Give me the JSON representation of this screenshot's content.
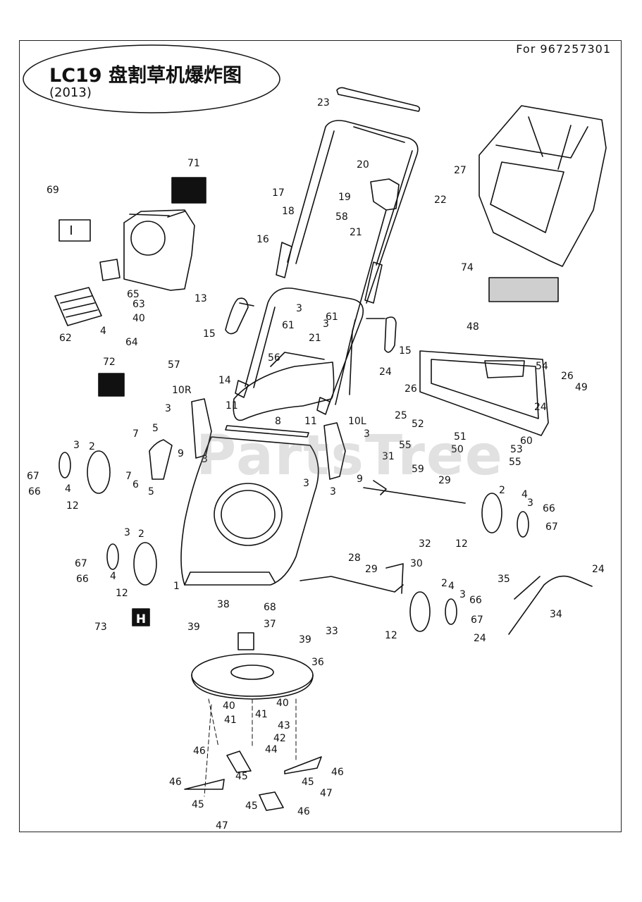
{
  "header": {
    "title": "LC19 盘割草机爆炸图",
    "year": "(2013)",
    "model_ref": "For 967257301"
  },
  "watermark": "PartsTree",
  "labels": {
    "box_I": "I",
    "box_H": "H"
  },
  "part_labels": [
    {
      "id": "1",
      "text": "1"
    },
    {
      "id": "2a",
      "text": "2"
    },
    {
      "id": "2b",
      "text": "2"
    },
    {
      "id": "2c",
      "text": "2"
    },
    {
      "id": "2d",
      "text": "2"
    },
    {
      "id": "3a",
      "text": "3"
    },
    {
      "id": "3b",
      "text": "3"
    },
    {
      "id": "3c",
      "text": "3"
    },
    {
      "id": "3d",
      "text": "3"
    },
    {
      "id": "3e",
      "text": "3"
    },
    {
      "id": "3f",
      "text": "3"
    },
    {
      "id": "3g",
      "text": "3"
    },
    {
      "id": "3h",
      "text": "3"
    },
    {
      "id": "3i",
      "text": "3"
    },
    {
      "id": "3j",
      "text": "3"
    },
    {
      "id": "3k",
      "text": "3"
    },
    {
      "id": "4a",
      "text": "4"
    },
    {
      "id": "4b",
      "text": "4"
    },
    {
      "id": "4c",
      "text": "4"
    },
    {
      "id": "4d",
      "text": "4"
    },
    {
      "id": "4e",
      "text": "4"
    },
    {
      "id": "5a",
      "text": "5"
    },
    {
      "id": "5b",
      "text": "5"
    },
    {
      "id": "6",
      "text": "6"
    },
    {
      "id": "7a",
      "text": "7"
    },
    {
      "id": "7b",
      "text": "7"
    },
    {
      "id": "8",
      "text": "8"
    },
    {
      "id": "9a",
      "text": "9"
    },
    {
      "id": "9b",
      "text": "9"
    },
    {
      "id": "10R",
      "text": "10R"
    },
    {
      "id": "10L",
      "text": "10L"
    },
    {
      "id": "11a",
      "text": "11"
    },
    {
      "id": "11b",
      "text": "11"
    },
    {
      "id": "12a",
      "text": "12"
    },
    {
      "id": "12b",
      "text": "12"
    },
    {
      "id": "12c",
      "text": "12"
    },
    {
      "id": "12d",
      "text": "12"
    },
    {
      "id": "13",
      "text": "13"
    },
    {
      "id": "14",
      "text": "14"
    },
    {
      "id": "15a",
      "text": "15"
    },
    {
      "id": "15b",
      "text": "15"
    },
    {
      "id": "16",
      "text": "16"
    },
    {
      "id": "17",
      "text": "17"
    },
    {
      "id": "18",
      "text": "18"
    },
    {
      "id": "19",
      "text": "19"
    },
    {
      "id": "20",
      "text": "20"
    },
    {
      "id": "21a",
      "text": "21"
    },
    {
      "id": "21b",
      "text": "21"
    },
    {
      "id": "22",
      "text": "22"
    },
    {
      "id": "23",
      "text": "23"
    },
    {
      "id": "24a",
      "text": "24"
    },
    {
      "id": "24b",
      "text": "24"
    },
    {
      "id": "24c",
      "text": "24"
    },
    {
      "id": "24d",
      "text": "24"
    },
    {
      "id": "25",
      "text": "25"
    },
    {
      "id": "26a",
      "text": "26"
    },
    {
      "id": "26b",
      "text": "26"
    },
    {
      "id": "27",
      "text": "27"
    },
    {
      "id": "28",
      "text": "28"
    },
    {
      "id": "29a",
      "text": "29"
    },
    {
      "id": "29b",
      "text": "29"
    },
    {
      "id": "30",
      "text": "30"
    },
    {
      "id": "31",
      "text": "31"
    },
    {
      "id": "32",
      "text": "32"
    },
    {
      "id": "33",
      "text": "33"
    },
    {
      "id": "34",
      "text": "34"
    },
    {
      "id": "35",
      "text": "35"
    },
    {
      "id": "36",
      "text": "36"
    },
    {
      "id": "37",
      "text": "37"
    },
    {
      "id": "38",
      "text": "38"
    },
    {
      "id": "39a",
      "text": "39"
    },
    {
      "id": "39b",
      "text": "39"
    },
    {
      "id": "40a",
      "text": "40"
    },
    {
      "id": "40b",
      "text": "40"
    },
    {
      "id": "40c",
      "text": "40"
    },
    {
      "id": "41a",
      "text": "41"
    },
    {
      "id": "41b",
      "text": "41"
    },
    {
      "id": "42",
      "text": "42"
    },
    {
      "id": "43",
      "text": "43"
    },
    {
      "id": "44",
      "text": "44"
    },
    {
      "id": "45a",
      "text": "45"
    },
    {
      "id": "45b",
      "text": "45"
    },
    {
      "id": "45c",
      "text": "45"
    },
    {
      "id": "45d",
      "text": "45"
    },
    {
      "id": "46a",
      "text": "46"
    },
    {
      "id": "46b",
      "text": "46"
    },
    {
      "id": "46c",
      "text": "46"
    },
    {
      "id": "46d",
      "text": "46"
    },
    {
      "id": "47a",
      "text": "47"
    },
    {
      "id": "47b",
      "text": "47"
    },
    {
      "id": "48",
      "text": "48"
    },
    {
      "id": "49",
      "text": "49"
    },
    {
      "id": "50",
      "text": "50"
    },
    {
      "id": "51",
      "text": "51"
    },
    {
      "id": "52",
      "text": "52"
    },
    {
      "id": "53",
      "text": "53"
    },
    {
      "id": "54",
      "text": "54"
    },
    {
      "id": "55a",
      "text": "55"
    },
    {
      "id": "55b",
      "text": "55"
    },
    {
      "id": "56",
      "text": "56"
    },
    {
      "id": "57",
      "text": "57"
    },
    {
      "id": "58",
      "text": "58"
    },
    {
      "id": "59",
      "text": "59"
    },
    {
      "id": "60",
      "text": "60"
    },
    {
      "id": "61a",
      "text": "61"
    },
    {
      "id": "61b",
      "text": "61"
    },
    {
      "id": "62",
      "text": "62"
    },
    {
      "id": "63",
      "text": "63"
    },
    {
      "id": "64",
      "text": "64"
    },
    {
      "id": "65",
      "text": "65"
    },
    {
      "id": "66a",
      "text": "66"
    },
    {
      "id": "66b",
      "text": "66"
    },
    {
      "id": "66c",
      "text": "66"
    },
    {
      "id": "66d",
      "text": "66"
    },
    {
      "id": "67a",
      "text": "67"
    },
    {
      "id": "67b",
      "text": "67"
    },
    {
      "id": "67c",
      "text": "67"
    },
    {
      "id": "67d",
      "text": "67"
    },
    {
      "id": "68",
      "text": "68"
    },
    {
      "id": "69",
      "text": "69"
    },
    {
      "id": "71",
      "text": "71"
    },
    {
      "id": "72",
      "text": "72"
    },
    {
      "id": "73",
      "text": "73"
    },
    {
      "id": "74",
      "text": "74"
    }
  ]
}
